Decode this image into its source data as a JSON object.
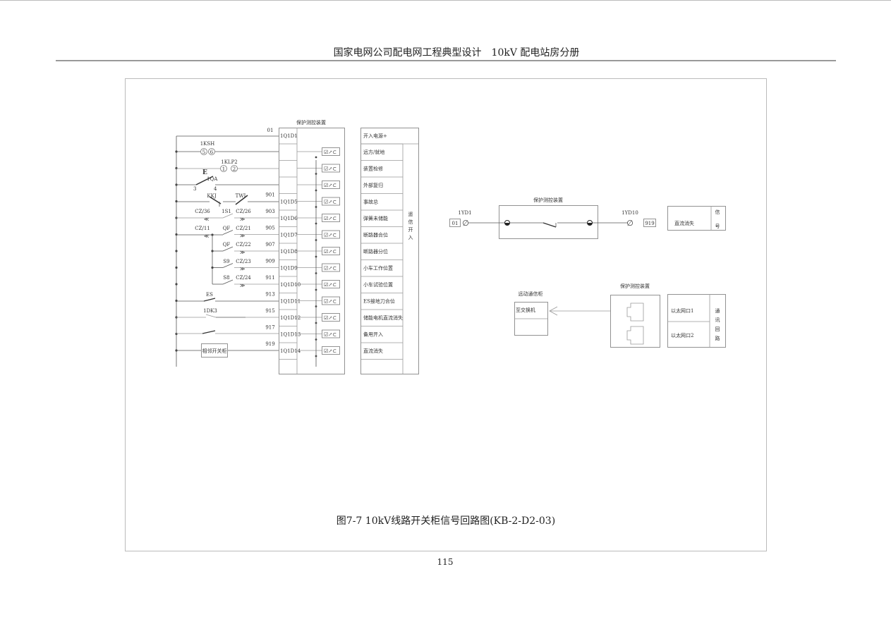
{
  "header": {
    "title": "国家电网公司配电网工程典型设计　10kV 配电站房分册"
  },
  "left": {
    "device_title": "保护测控装置",
    "terminals": [
      "1Q1D1",
      "1Q1D5",
      "1Q1D6",
      "1Q1D7",
      "1Q1D8",
      "1Q1D9",
      "1Q1D10",
      "1Q1D11",
      "1Q1D12",
      "1Q1D13",
      "1Q1D14"
    ],
    "wire_numbers": [
      "01",
      "901",
      "903",
      "905",
      "907",
      "909",
      "911",
      "913",
      "915",
      "917",
      "919"
    ],
    "components": {
      "ksh": "1KSH",
      "ksh_a": "5",
      "ksh_b": "6",
      "klp": "1KLP2",
      "klp_a": "1",
      "klp_b": "2",
      "qa_mark": "E",
      "qa": "1QA",
      "qa_a": "3",
      "qa_b": "4",
      "kkj": "KKJ",
      "twj": "TWJ",
      "cz36": "CZ/36",
      "s1": "1S1",
      "cz26": "CZ/26",
      "cz11": "CZ/11",
      "qf1": "QF",
      "cz21": "CZ/21",
      "qf2": "QF",
      "cz22": "CZ/22",
      "s9": "S9",
      "cz23": "CZ/23",
      "s8": "S8",
      "cz24": "CZ/24",
      "es": "ES",
      "dk3": "1DK3",
      "adjacent": "相邻开关柜"
    },
    "inputs": [
      "开入电源+",
      "远方/就地",
      "装置检修",
      "外部复归",
      "事故总",
      "弹簧未储能",
      "断路器合位",
      "断路器分位",
      "小车工作位置",
      "小车试验位置",
      "ES接地刀合位",
      "储能电机直流消失",
      "备用开入",
      "直流消失"
    ],
    "group_label": [
      "遥",
      "信",
      "开",
      "入"
    ]
  },
  "right_top": {
    "device_title": "保护测控装置",
    "left_terminal": "1YD1",
    "left_wire": "01",
    "right_terminal": "1YD10",
    "right_wire": "919",
    "signal_label": "直流消失",
    "group_label": [
      "信",
      "号"
    ]
  },
  "right_bottom": {
    "cabinet_title": "远动通信柜",
    "switch_label": "至交换机",
    "device_title": "保护测控装置",
    "ports": [
      "以太网口1",
      "以太网口2"
    ],
    "group_label": [
      "通",
      "讯",
      "回",
      "路"
    ]
  },
  "caption": "图7-7  10kV线路开关柜信号回路图(KB-2-D2-03)",
  "page_number": "115"
}
